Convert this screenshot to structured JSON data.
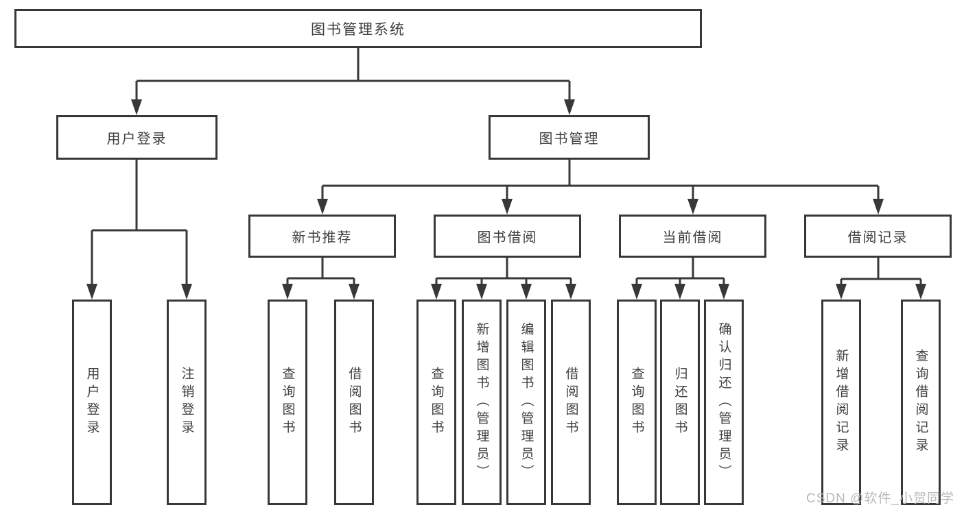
{
  "tree": {
    "label": "图书管理系统",
    "children": [
      {
        "label": "用户登录",
        "children": [
          {
            "label": "用户登录"
          },
          {
            "label": "注销登录"
          }
        ]
      },
      {
        "label": "图书管理",
        "children": [
          {
            "label": "新书推荐",
            "children": [
              {
                "label": "查询图书"
              },
              {
                "label": "借阅图书"
              }
            ]
          },
          {
            "label": "图书借阅",
            "children": [
              {
                "label": "查询图书"
              },
              {
                "label": "新增图书（管理员）"
              },
              {
                "label": "编辑图书（管理员）"
              },
              {
                "label": "借阅图书"
              }
            ]
          },
          {
            "label": "当前借阅",
            "children": [
              {
                "label": "查询图书"
              },
              {
                "label": "归还图书"
              },
              {
                "label": "确认归还（管理员）"
              }
            ]
          },
          {
            "label": "借阅记录",
            "children": [
              {
                "label": "新增借阅记录"
              },
              {
                "label": "查询借阅记录"
              }
            ]
          }
        ]
      }
    ]
  },
  "watermark": {
    "text": "CSDN @软件_小贺同学"
  },
  "colors": {
    "line": "#383838",
    "box_border": "#383838",
    "text": "#3f3f3f",
    "watermark": "#b9b9b9",
    "background": "#ffffff"
  }
}
